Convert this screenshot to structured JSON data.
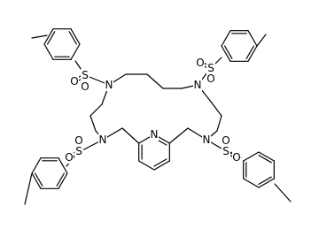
{
  "molecule": {
    "atom_labels": {
      "nitrogen": "N",
      "sulfur": "S",
      "oxygen": "O"
    }
  }
}
